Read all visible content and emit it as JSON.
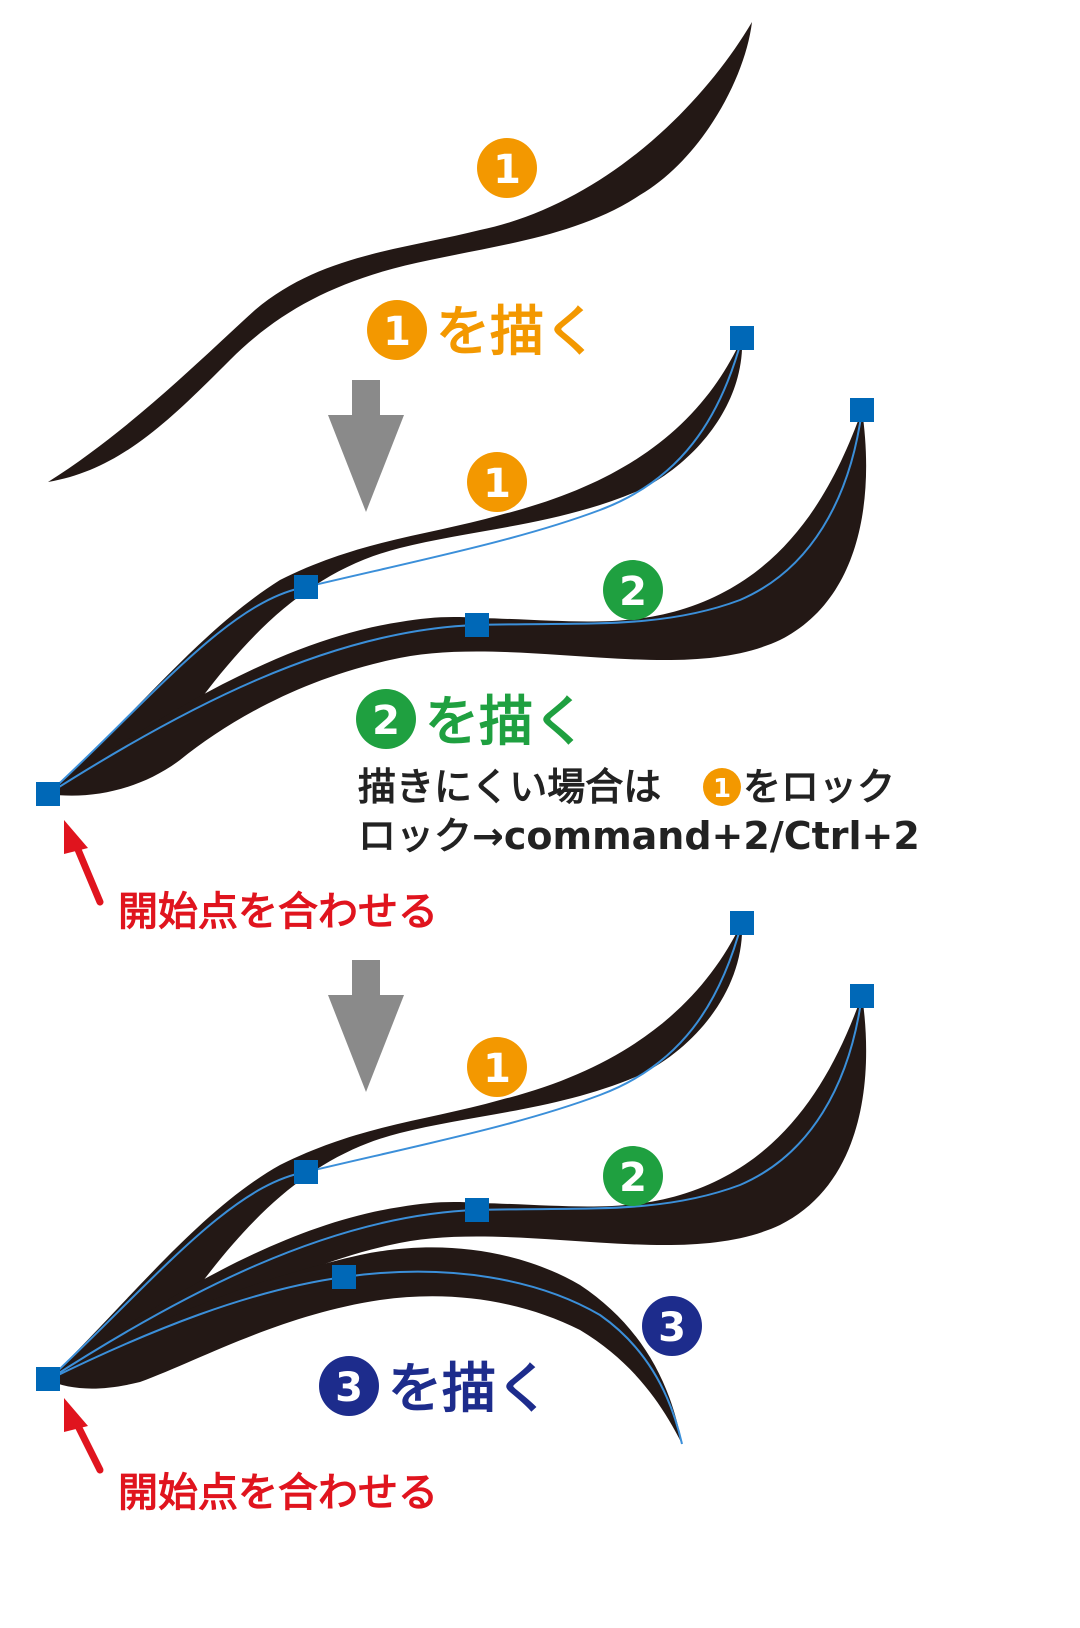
{
  "colors": {
    "stroke_fill": "#231815",
    "path_line": "#3b8fd9",
    "anchor": "#0068b7",
    "orange": "#f39800",
    "green": "#1fa040",
    "navy": "#1d2c8c",
    "red": "#e0141e",
    "arrow_gray": "#8a8a8a"
  },
  "badges": {
    "one": "1",
    "two": "2",
    "three": "3"
  },
  "steps": {
    "draw1_suffix": "を描く",
    "draw2_suffix": "を描く",
    "draw3_suffix": "を描く"
  },
  "notes": {
    "hard_to_draw_pre": "描きにくい場合は",
    "hard_to_draw_post": "をロック",
    "lock_shortcut": "ロック→command+2/Ctrl+2"
  },
  "labels": {
    "align_start_1": "開始点を合わせる",
    "align_start_2": "開始点を合わせる"
  },
  "icons": {
    "down_arrow": "down-arrow-icon",
    "pointer_arrow": "red-pointer-arrow-icon",
    "anchor_point": "anchor-point-icon"
  }
}
